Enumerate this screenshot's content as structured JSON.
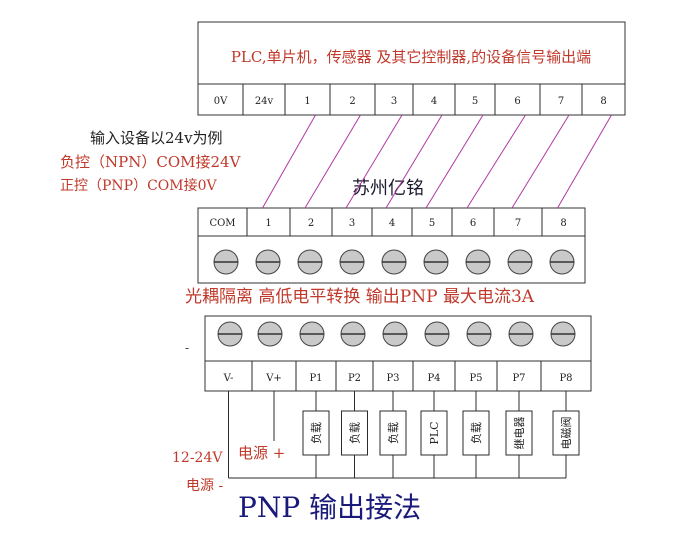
{
  "source_block": {
    "title": "PLC,单片机，传感器 及其它控制器,的设备信号输出端",
    "terminals": [
      "0V",
      "24v",
      "1",
      "2",
      "3",
      "4",
      "5",
      "6",
      "7",
      "8"
    ]
  },
  "notes": {
    "input_example": "输入设备以24v为例",
    "npn": "负控（NPN）COM接24V",
    "pnp": "正控（PNP）COM接0V"
  },
  "brand": "苏州亿铭",
  "module": {
    "input_terminals": [
      "COM",
      "1",
      "2",
      "3",
      "4",
      "5",
      "6",
      "7",
      "8"
    ],
    "caption": "光耦隔离   高低电平转换 输出PNP 最大电流3A",
    "output_terminals": [
      "V-",
      "V+",
      "P1",
      "P2",
      "P3",
      "P4",
      "P5",
      "P7",
      "P8"
    ],
    "output_left_mark": "-"
  },
  "loads": [
    "负载",
    "负载",
    "负载",
    "PLC",
    "负载",
    "继电器",
    "电磁阀"
  ],
  "power": {
    "plus_label": "电源 +",
    "voltage": "12-24V",
    "minus_label": "电源  -"
  },
  "footer_title": "PNP 输出接法",
  "colors": {
    "line": "#2b2b2b",
    "wire": "#b03aa0",
    "red_text": "#c0392b",
    "dark_text": "#1a1a2e",
    "screw_fill": "#c9c9c9"
  }
}
